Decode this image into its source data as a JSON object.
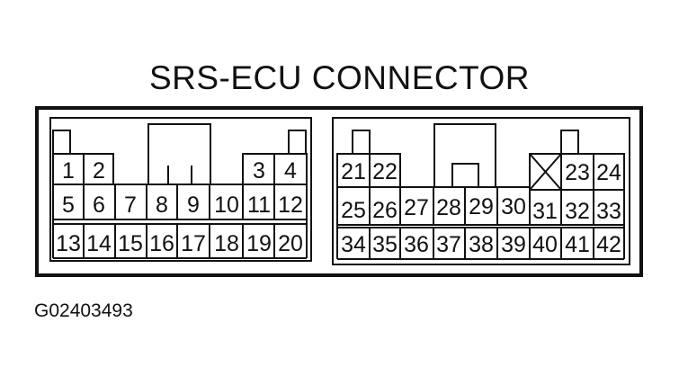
{
  "title": "SRS-ECU CONNECTOR",
  "figure_id": "G02403493",
  "colors": {
    "line": "#111111",
    "background": "#ffffff"
  },
  "left_connector": {
    "top_row": [
      "1",
      "2",
      "3",
      "4"
    ],
    "middle_row": [
      "5",
      "6",
      "7",
      "8",
      "9",
      "10",
      "11",
      "12"
    ],
    "bottom_row": [
      "13",
      "14",
      "15",
      "16",
      "17",
      "18",
      "19",
      "20"
    ]
  },
  "right_connector": {
    "top_row": [
      "21",
      "22",
      "",
      "23",
      "24"
    ],
    "middle_row": [
      "25",
      "26",
      "27",
      "28",
      "29",
      "30",
      "31",
      "32",
      "33"
    ],
    "bottom_row": [
      "34",
      "35",
      "36",
      "37",
      "38",
      "39",
      "40",
      "41",
      "42"
    ]
  }
}
